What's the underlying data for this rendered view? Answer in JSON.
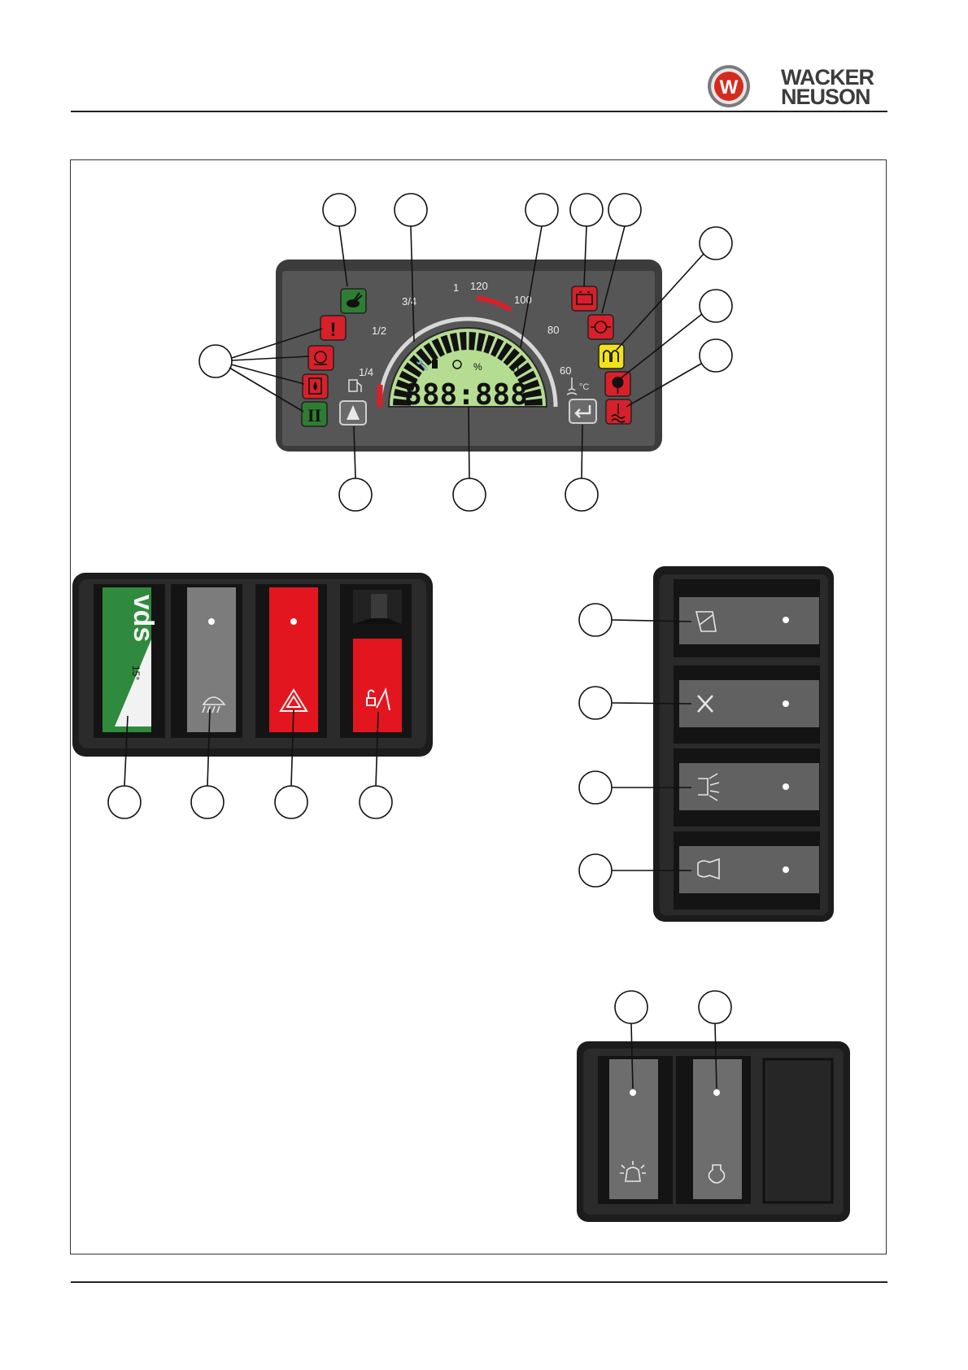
{
  "brand": {
    "line1": "WACKER",
    "line2": "NEUSON",
    "mark": "W"
  },
  "instrument_cluster": {
    "scale_labels": [
      "1/4",
      "1/2",
      "3/4",
      "1",
      "120",
      "100",
      "80",
      "60"
    ],
    "lcd_digits": "888:888",
    "lcd_unit_h": "h",
    "lcd_unit_percent": "%",
    "temp_unit": "°C",
    "colors": {
      "panel": "#4a4a4a",
      "lcd": "#b5dd92",
      "warning_red": "#d8202a",
      "ok_green": "#2e7d32",
      "yellow": "#f2e21a"
    }
  },
  "switch_panel_left": {
    "vds_label": "vds",
    "vds_angle": "15°"
  },
  "icons": {
    "cluster_left": [
      "engine-warning-icon",
      "oil-can-icon",
      "fuel-filter-icon",
      "gear-two-icon"
    ],
    "cluster_top": [
      "rabbit-icon",
      "battery-icon",
      "oil-pressure-icon",
      "glow-plug-icon",
      "filter-clog-icon",
      "coolant-temp-icon"
    ],
    "cluster_buttons": [
      "up-arrow-icon",
      "enter-icon"
    ],
    "switch_left": [
      "vds-icon",
      "work-light-icon",
      "hazard-icon",
      "unlock-icon"
    ],
    "switch_right": [
      "wiper-icon",
      "fan-icon",
      "headlight-icon",
      "horn-icon"
    ],
    "switch_bottom": [
      "beacon-icon",
      "bulb-icon"
    ]
  }
}
